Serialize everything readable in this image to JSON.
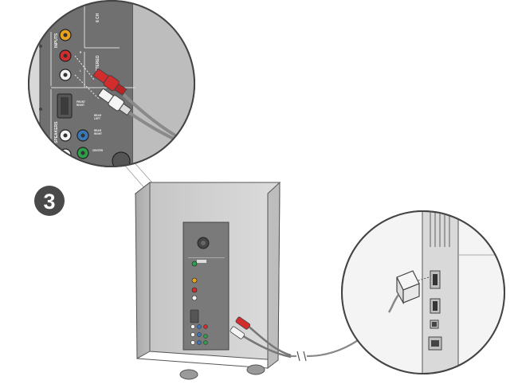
{
  "step": {
    "number": "3"
  },
  "panel_labels": {
    "inputs": "INPUTS",
    "six_ch": "6 CH",
    "stereo": "STEREO",
    "right": "R",
    "left": "L",
    "speakers": "SPEAKERS",
    "front_right": "FRONT\nRIGHT",
    "rear_left": "REAR\nLEFT",
    "rear_right": "REAR\nRIGHT",
    "center": "CENTER"
  },
  "icons": [
    "subwoofer-illustration",
    "power-plug-icon",
    "wall-outlet-icon",
    "rca-plug-red-icon",
    "rca-plug-white-icon",
    "cable-break-icon"
  ],
  "colors": {
    "badge": "#4a4a4a",
    "rca_red": "#d22c2c",
    "rca_white": "#f4f4f4",
    "jack_yellow": "#e8a21e",
    "jack_blue": "#3a78b8",
    "jack_green": "#2e9e4a",
    "panel": "#707070",
    "cabinet": "#cfcfcf"
  }
}
